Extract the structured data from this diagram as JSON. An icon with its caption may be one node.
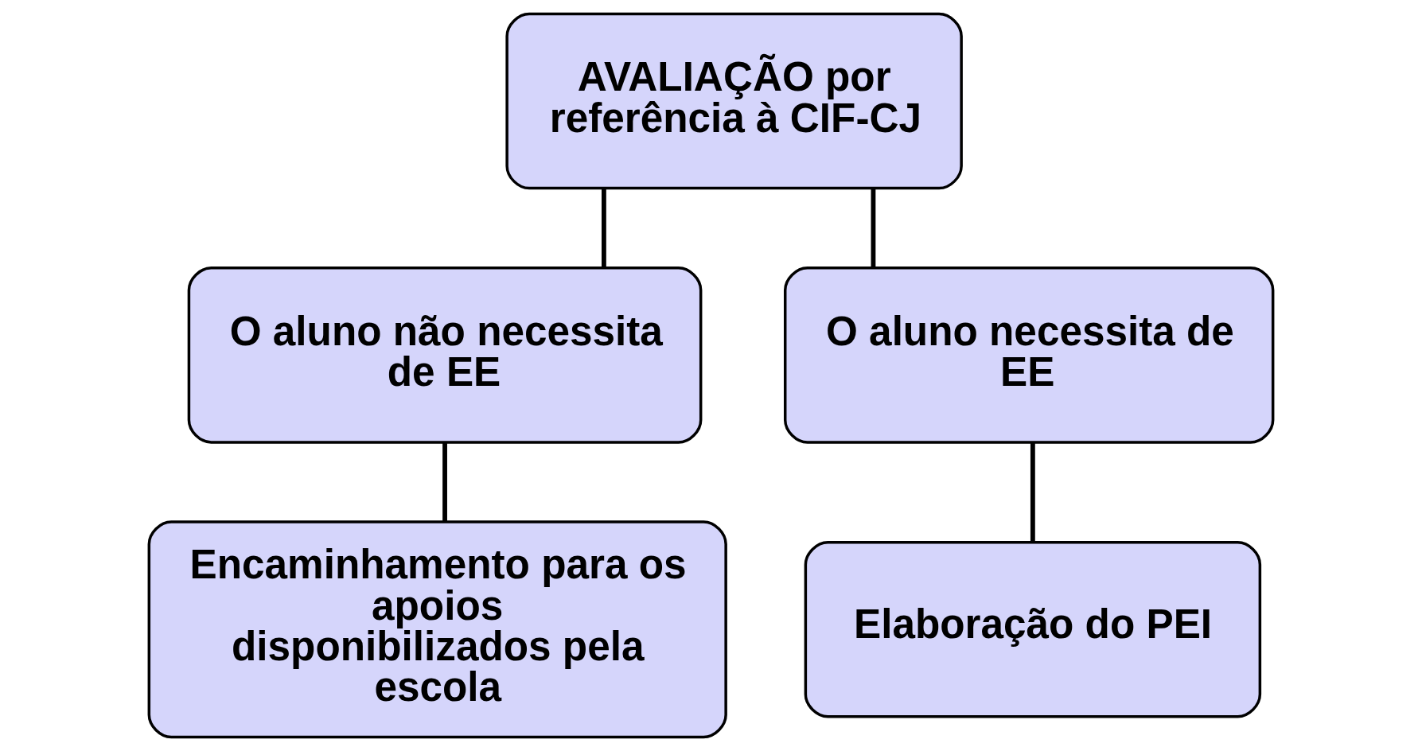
{
  "diagram": {
    "nodes": [
      {
        "text": [
          "AVALIAÇÃO por referência à CIF-CJ"
        ]
      },
      {
        "text": [
          "O aluno não necessita de EE"
        ]
      },
      {
        "text": [
          "O aluno necessita de EE"
        ]
      },
      {
        "text": [
          "Encaminhamento para os apoios disponibilizados pela escola"
        ]
      },
      {
        "text": [
          "Elaboração do PEI"
        ]
      }
    ],
    "edges": [
      {
        "from": 0,
        "to": 1,
        "arrow": "none"
      },
      {
        "from": 0,
        "to": 2,
        "arrow": "none"
      },
      {
        "from": 1,
        "to": 3,
        "arrow": "none"
      },
      {
        "from": 2,
        "to": 4,
        "arrow": "none"
      }
    ]
  }
}
